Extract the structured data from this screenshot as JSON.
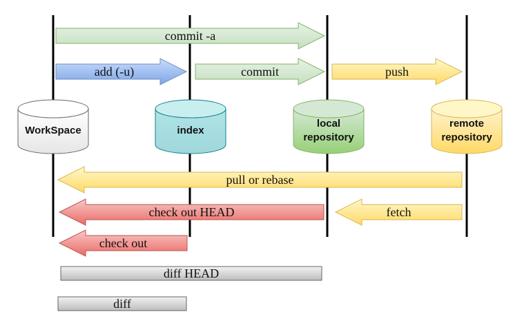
{
  "locations": [
    {
      "id": "workspace",
      "label_lines": [
        "WorkSpace"
      ],
      "fill": "#f5f5f5",
      "top": "#ffffff",
      "stroke": "#666666"
    },
    {
      "id": "index",
      "label_lines": [
        "index"
      ],
      "fill": "#b0e3e6",
      "top": "#c8eef0",
      "stroke": "#0e8088"
    },
    {
      "id": "local",
      "label_lines": [
        "local",
        "repository"
      ],
      "fill": "#a9d883",
      "top": "#d5e8d4",
      "stroke": "#82b366"
    },
    {
      "id": "remote",
      "label_lines": [
        "remote",
        "repository"
      ],
      "fill": "#fff2a8",
      "top": "#fff7c7",
      "stroke": "#d6b656"
    }
  ],
  "commands": [
    {
      "id": "commit-a",
      "label": "commit -a",
      "from": "workspace",
      "to": "local",
      "direction": "right",
      "color": "green"
    },
    {
      "id": "add",
      "label": "add (-u)",
      "from": "workspace",
      "to": "index",
      "direction": "right",
      "color": "blue"
    },
    {
      "id": "commit",
      "label": "commit",
      "from": "index",
      "to": "local",
      "direction": "right",
      "color": "green"
    },
    {
      "id": "push",
      "label": "push",
      "from": "local",
      "to": "remote",
      "direction": "right",
      "color": "yellow"
    },
    {
      "id": "pull-or-rebase",
      "label": "pull or rebase",
      "from": "remote",
      "to": "workspace",
      "direction": "left",
      "color": "yellow"
    },
    {
      "id": "checkout-head",
      "label": "check out HEAD",
      "from": "local",
      "to": "workspace",
      "direction": "left",
      "color": "red"
    },
    {
      "id": "fetch",
      "label": "fetch",
      "from": "remote",
      "to": "local",
      "direction": "left",
      "color": "yellow"
    },
    {
      "id": "checkout",
      "label": "check out",
      "from": "index",
      "to": "workspace",
      "direction": "left",
      "color": "red"
    },
    {
      "id": "diff-head",
      "label": "diff HEAD",
      "from": "workspace",
      "to": "local",
      "direction": "none",
      "color": "gray"
    },
    {
      "id": "diff",
      "label": "diff",
      "from": "workspace",
      "to": "index",
      "direction": "none",
      "color": "gray"
    }
  ],
  "colors": {
    "green": {
      "fill": "#d5e8d4",
      "stroke": "#82b366"
    },
    "blue": {
      "fill": "#a4c2f4",
      "stroke": "#6c8ebf"
    },
    "yellow": {
      "fill": "#fff2a8",
      "stroke": "#d6b656"
    },
    "red": {
      "fill": "#f19c99",
      "stroke": "#b85450"
    },
    "gray": {
      "fill": "#dcdcdc",
      "stroke": "#666666"
    },
    "line": "#000000"
  }
}
